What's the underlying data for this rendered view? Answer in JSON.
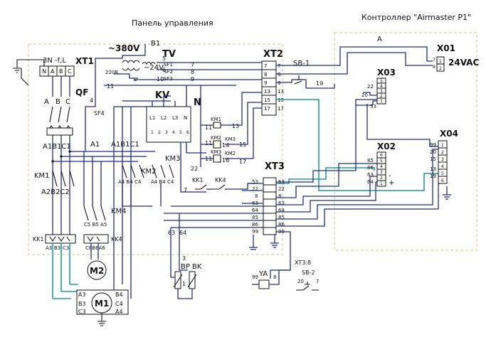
{
  "titles": {
    "control_panel": "Панель управления",
    "controller": "Контроллер \"Airmaster P1\""
  },
  "supply": {
    "label": "3N -f,L",
    "terminals": [
      "N",
      "A",
      "B",
      "C"
    ],
    "voltage": "~380V",
    "b1": "B1"
  },
  "transformer": {
    "tv": "TV",
    "secondary": "~24V",
    "v220": "220B",
    "sf": [
      "SF1",
      "SF2",
      "SF3"
    ],
    "sf4": "SF4"
  },
  "labels": {
    "xt1": "XT1",
    "qf": "QF",
    "kv": "KV",
    "n": "N",
    "km1": "KM1",
    "km2": "KM2",
    "km3": "KM3",
    "km4": "KM4",
    "kk1": "KK1",
    "kk4": "KK4",
    "kk1_c": "KK1",
    "kk4_c": "KK4",
    "m1": "M1",
    "m2": "M2",
    "bp": "BP",
    "bk": "BK",
    "ya": "YA",
    "xt38": "XT3:8",
    "sb1": "SB-1",
    "sb2": "SB-2",
    "xt2": "XT2",
    "xt3": "XT3",
    "x01": "X01",
    "x02": "X02",
    "x03": "X03",
    "x04": "X04",
    "v24ac": "24VAC",
    "a_bus": "A",
    "a": "A",
    "b": "B",
    "c": "C",
    "a1b1c1": "A1B1C1",
    "a1": "A1",
    "a1b1c1_2": "A1B1C1",
    "a2b2c2": "A2B2C2",
    "a3": "A3",
    "b3": "B3",
    "c3": "C3",
    "c5b5a5": "C5  B5  A5",
    "c6b6a6": "C6B6A6",
    "m1_a3": "A3",
    "m1_b3": "B3",
    "m1_c3": "C3",
    "m1_b4": "B4",
    "m1_c4": "C4",
    "m1_a4": "A4",
    "a4b4c4": "A4 B4 C4",
    "a4b4c4_2": "A4 B4 C4",
    "km1_coil": "KM1",
    "km2_coil": "KM2",
    "km3_coil": "KM3",
    "km3_c": "KM3",
    "km2_c": "KM2",
    "w4": "4",
    "w5": "5",
    "w6": "6",
    "w7": "7",
    "w7b": "7",
    "w8": "8",
    "w9": "9",
    "w10": "10",
    "w11": "11",
    "w11b": "11",
    "w11c": "11",
    "w11d": "11",
    "w13": "13",
    "w14": "14",
    "w15": "15",
    "w16": "16",
    "w17": "17",
    "w19": "19",
    "w20": "20",
    "w22": "22",
    "w3": "3",
    "w1": "1",
    "w63": "63",
    "w64": "64",
    "w99": "99",
    "w8b": "8",
    "w20b": "20",
    "w7c": "7",
    "w7d": "7",
    "kv_l1": "L1",
    "kv_l2": "L2",
    "kv_l3": "L3",
    "kv_n": "N",
    "kv_1": "1",
    "kv_2": "2",
    "kv_3": "3",
    "kv_4": "4",
    "kv_5": "5",
    "kv_6": "6",
    "x01_7": "7",
    "x01_8": "8",
    "x01_p1": "1",
    "x01_p2": "2",
    "x02_85": "85",
    "x02_86": "86",
    "x02_63": "63",
    "x02_64": "64",
    "x02_minus": "-",
    "x02_plus": "+",
    "x03_22": "22",
    "x03_20": "20",
    "x03_53": "53",
    "x04_99": "99",
    "x04_20": "20",
    "x04_15": "15",
    "x04_13": "13",
    "x04_19": "19"
  },
  "xt2_terminals": [
    "7",
    "8",
    "9",
    "13",
    "15",
    "17"
  ],
  "xt2_left": [
    "7",
    "8",
    "9",
    "13",
    "15",
    "17"
  ],
  "xt3_terminals": [
    "53",
    "22",
    "8",
    "63",
    "64",
    "85",
    "86",
    "99"
  ],
  "xt3_left": [
    "53",
    "22",
    "8",
    "63",
    "64",
    "85",
    "86",
    "99"
  ],
  "x02_pins": [
    "6",
    "5",
    "4",
    "3",
    "2",
    "1"
  ],
  "x03_pins": [
    "5",
    "4",
    "3",
    "2",
    "1"
  ],
  "x04_pins": [
    "1",
    "2",
    "3",
    "4",
    "5",
    "6"
  ],
  "colors": {
    "wire": "#1f2a8c",
    "ink": "#111111",
    "green": "#1f9e9a",
    "panel": "#d8c28a"
  }
}
